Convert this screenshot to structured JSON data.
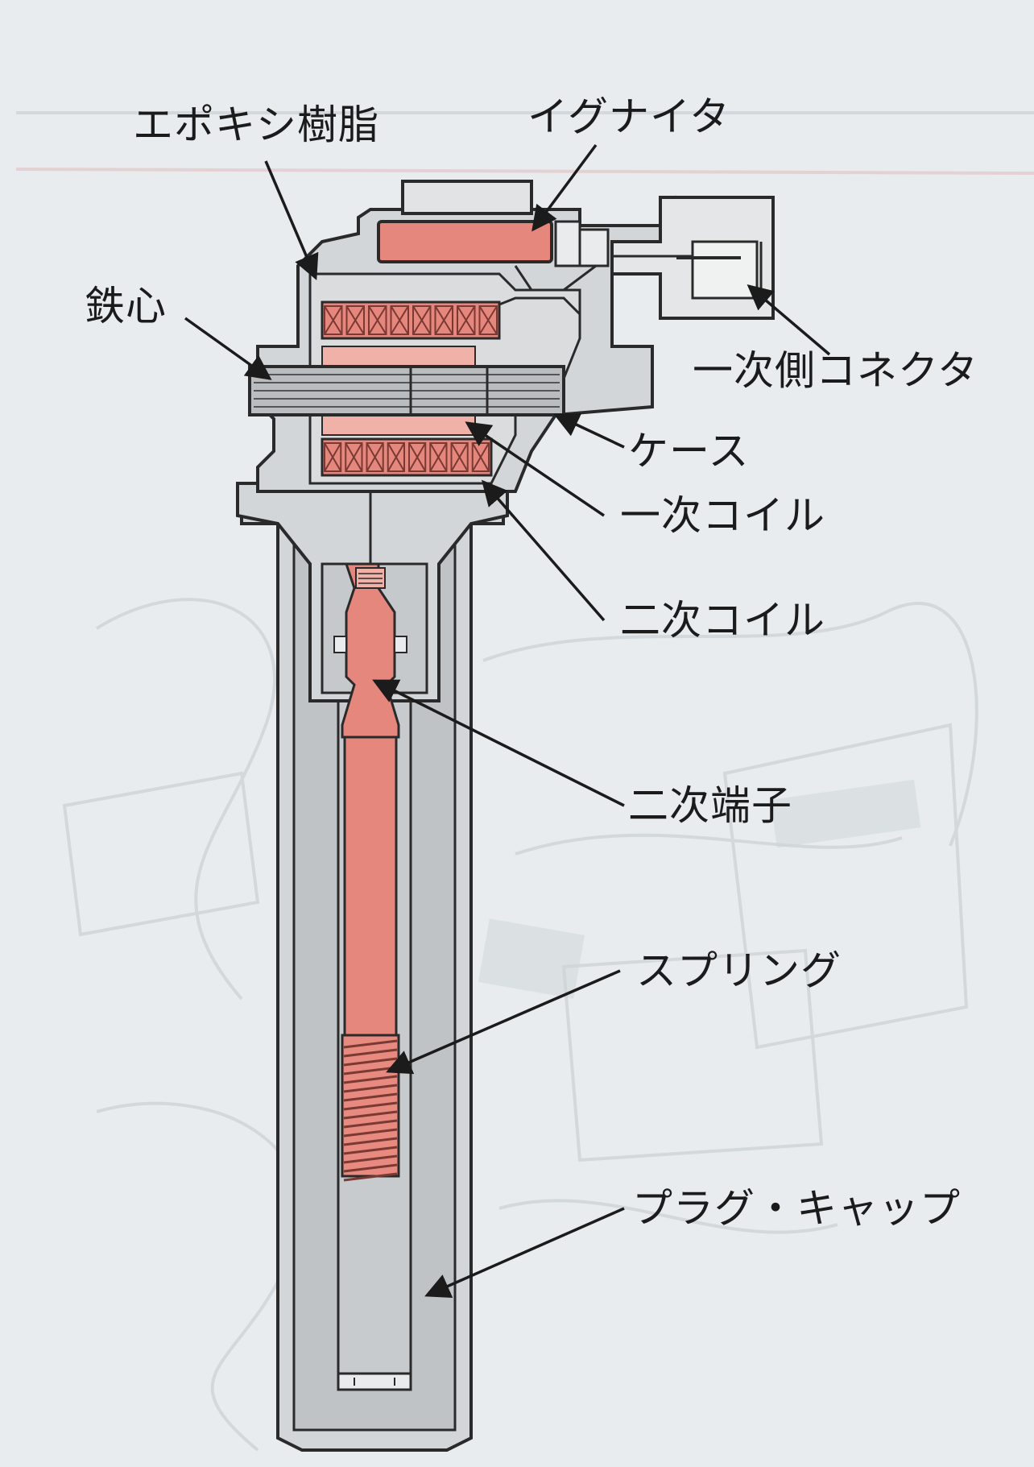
{
  "diagram": {
    "labels": {
      "epoxy": "エポキシ樹脂",
      "igniter": "イグナイタ",
      "iron_core": "鉄心",
      "primary_connector": "一次側コネクタ",
      "case": "ケース",
      "primary_coil": "一次コイル",
      "secondary_coil": "二次コイル",
      "secondary_terminal": "二次端子",
      "spring": "スプリング",
      "plug_cap": "プラグ・キャップ"
    },
    "colors": {
      "paper": "#e8ecee",
      "line": "#2a2a2a",
      "body": "#d3d6d8",
      "highlight": "#e6877d",
      "highlight_light": "#f0b2a8"
    }
  }
}
